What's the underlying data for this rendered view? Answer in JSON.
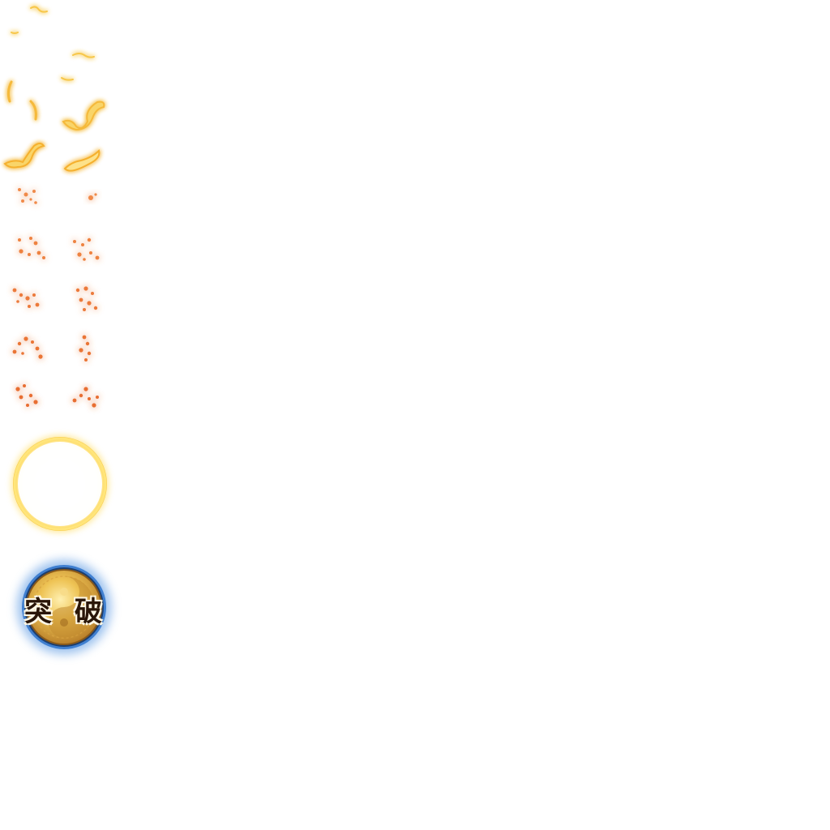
{
  "sprite_sheet": {
    "flame_frames": [
      {
        "id": "flame-1",
        "color": "#f7c74a"
      },
      {
        "id": "flame-2",
        "color": "#f7c74a"
      },
      {
        "id": "flame-3",
        "color": "#f5b93a"
      },
      {
        "id": "flame-4",
        "color": "#f5b93a"
      },
      {
        "id": "flame-5",
        "color": "#f5b02e"
      },
      {
        "id": "flame-6",
        "color": "#f5b02e"
      }
    ],
    "ember_frames": [
      {
        "id": "ember-1",
        "color": "#f08a4a"
      },
      {
        "id": "ember-2",
        "color": "#f08a4a"
      },
      {
        "id": "ember-3",
        "color": "#ee8240"
      },
      {
        "id": "ember-4",
        "color": "#ee8240"
      },
      {
        "id": "ember-5",
        "color": "#ec7a3a"
      },
      {
        "id": "ember-6",
        "color": "#ec7a3a"
      },
      {
        "id": "ember-7",
        "color": "#ea7434"
      },
      {
        "id": "ember-8",
        "color": "#ea7434"
      },
      {
        "id": "ember-9",
        "color": "#e86e30"
      },
      {
        "id": "ember-10",
        "color": "#e86e30"
      }
    ],
    "glow_ring": {
      "icon": "glow-ring-icon",
      "color": "#ffd84a"
    },
    "breakthrough_badge": {
      "label": "突 破",
      "icon": "gold-coin-icon",
      "rim_color": "#4a8ee0",
      "coin_color": "#e8b43a"
    }
  }
}
